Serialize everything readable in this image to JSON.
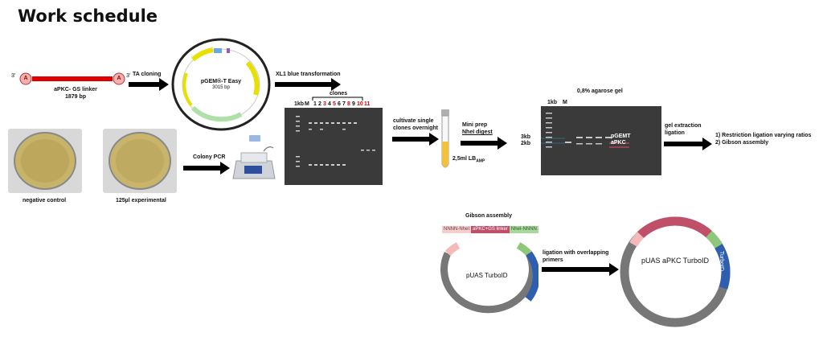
{
  "title": "Work schedule",
  "insert": {
    "name": "aPKC- GS linker",
    "size": "1879 bp",
    "end3": "3'",
    "end5": "3'",
    "cap": "A"
  },
  "step_ta": "TA cloning",
  "vector": {
    "name": "pGEM®-T Easy",
    "size": "3015 bp"
  },
  "step_xl1": "XL1 blue transformation",
  "plates": {
    "left": "negative control",
    "right": "125µl experimental"
  },
  "step_colony": "Colony PCR",
  "gel1": {
    "header": "clones",
    "marker_1kb": "1kb",
    "marker_m": "M",
    "lanes": [
      "1",
      "2",
      "3",
      "4",
      "5",
      "6",
      "7",
      "8",
      "9",
      "10",
      "11"
    ]
  },
  "step_cultivate": [
    "cultivate single",
    "clones overnight"
  ],
  "tube_label": "2,5ml LB",
  "tube_sub": "AMP",
  "step_miniprep": [
    "Mini prep",
    "NheI digest"
  ],
  "gel2": {
    "title": "0,8% agarose gel",
    "marker_1kb": "1kb",
    "marker_m": "M",
    "band3": "3kb",
    "band2": "2kb",
    "pgemt": "pGEMT",
    "apkc": "aPKC"
  },
  "step_gel": [
    "gel extraction",
    "ligation"
  ],
  "next_steps": [
    "1)  Restriction ligation varying ratios",
    "2)  Gibson assembly"
  ],
  "gibson": {
    "title": "Gibson assembly",
    "seg1": "NNNN-NheI",
    "seg2": "aPKC+GS linker",
    "seg3": "NheI-NNNN",
    "plasmid1": "pUAS TurboID",
    "turboid": "TurboID",
    "step_ligation": [
      "ligation with overlapping",
      "primers"
    ],
    "plasmid2": "pUAS aPKC TurboID"
  },
  "colors": {
    "arrow": "#000000",
    "insert_red": "#e00000",
    "gel_bg": "#3a3a3a",
    "plasmid_grey": "#7a7a7a",
    "apkc_seg": "#c0506a",
    "turbo_blue": "#2e5fae",
    "green_seg": "#8fc77a",
    "pink_seg": "#f4b9b9"
  }
}
